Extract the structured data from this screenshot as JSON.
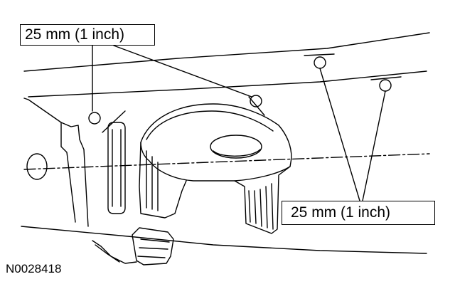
{
  "callouts": {
    "top": "25 mm (1 inch)",
    "bottom": "25 mm (1 inch)"
  },
  "figure_id": "N0028418",
  "colors": {
    "line": "#000000",
    "background": "#ffffff"
  }
}
